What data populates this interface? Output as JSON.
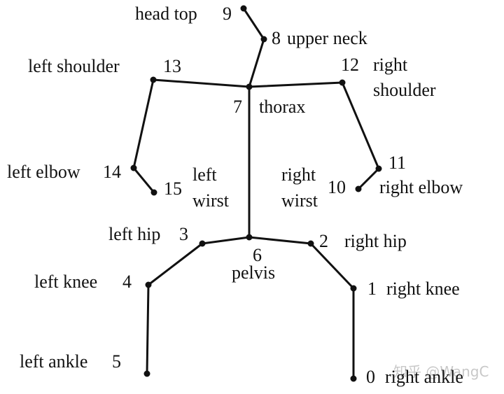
{
  "joints": [
    {
      "id": "0",
      "name": "right ankle"
    },
    {
      "id": "1",
      "name": "right knee"
    },
    {
      "id": "2",
      "name": "right hip"
    },
    {
      "id": "3",
      "name": "left hip"
    },
    {
      "id": "4",
      "name": "left knee"
    },
    {
      "id": "5",
      "name": "left ankle"
    },
    {
      "id": "6",
      "name": "pelvis"
    },
    {
      "id": "7",
      "name": "thorax"
    },
    {
      "id": "8",
      "name": "upper neck"
    },
    {
      "id": "9",
      "name": "head top"
    },
    {
      "id": "10",
      "name": "right wirst"
    },
    {
      "id": "11",
      "name": "right elbow"
    },
    {
      "id": "12",
      "name": "right shoulder"
    },
    {
      "id": "13",
      "name": "left shoulder"
    },
    {
      "id": "14",
      "name": "left elbow"
    },
    {
      "id": "15",
      "name": "left wirst"
    }
  ],
  "labels": {
    "head_top": "head top",
    "head_top_num": "9",
    "upper_neck_num": "8",
    "upper_neck": "upper neck",
    "left_shoulder": "left shoulder",
    "left_shoulder_num": "13",
    "right_shoulder_num": "12",
    "right_shoulder_l1": "right",
    "right_shoulder_l2": "shoulder",
    "thorax_num": "7",
    "thorax": "thorax",
    "left_elbow": "left elbow",
    "left_elbow_num": "14",
    "left_wrist_num": "15",
    "left_wrist_l1": "left",
    "left_wrist_l2": "wirst",
    "right_wrist_l1": "right",
    "right_wrist_l2": "wirst",
    "right_wrist_num": "10",
    "right_elbow_num": "11",
    "right_elbow": "right elbow",
    "left_hip": "left hip",
    "left_hip_num": "3",
    "pelvis_num": "6",
    "pelvis": "pelvis",
    "right_hip_num": "2",
    "right_hip": "right hip",
    "left_knee": "left knee",
    "left_knee_num": "4",
    "right_knee_num": "1",
    "right_knee": "right knee",
    "left_ankle": "left ankle",
    "left_ankle_num": "5",
    "right_ankle_num": "0",
    "right_ankle": "right ankle"
  },
  "watermark": "知乎 @WangC",
  "colors": {
    "stroke": "#111111",
    "background": "#ffffff",
    "watermark": "#c8c8c8"
  }
}
